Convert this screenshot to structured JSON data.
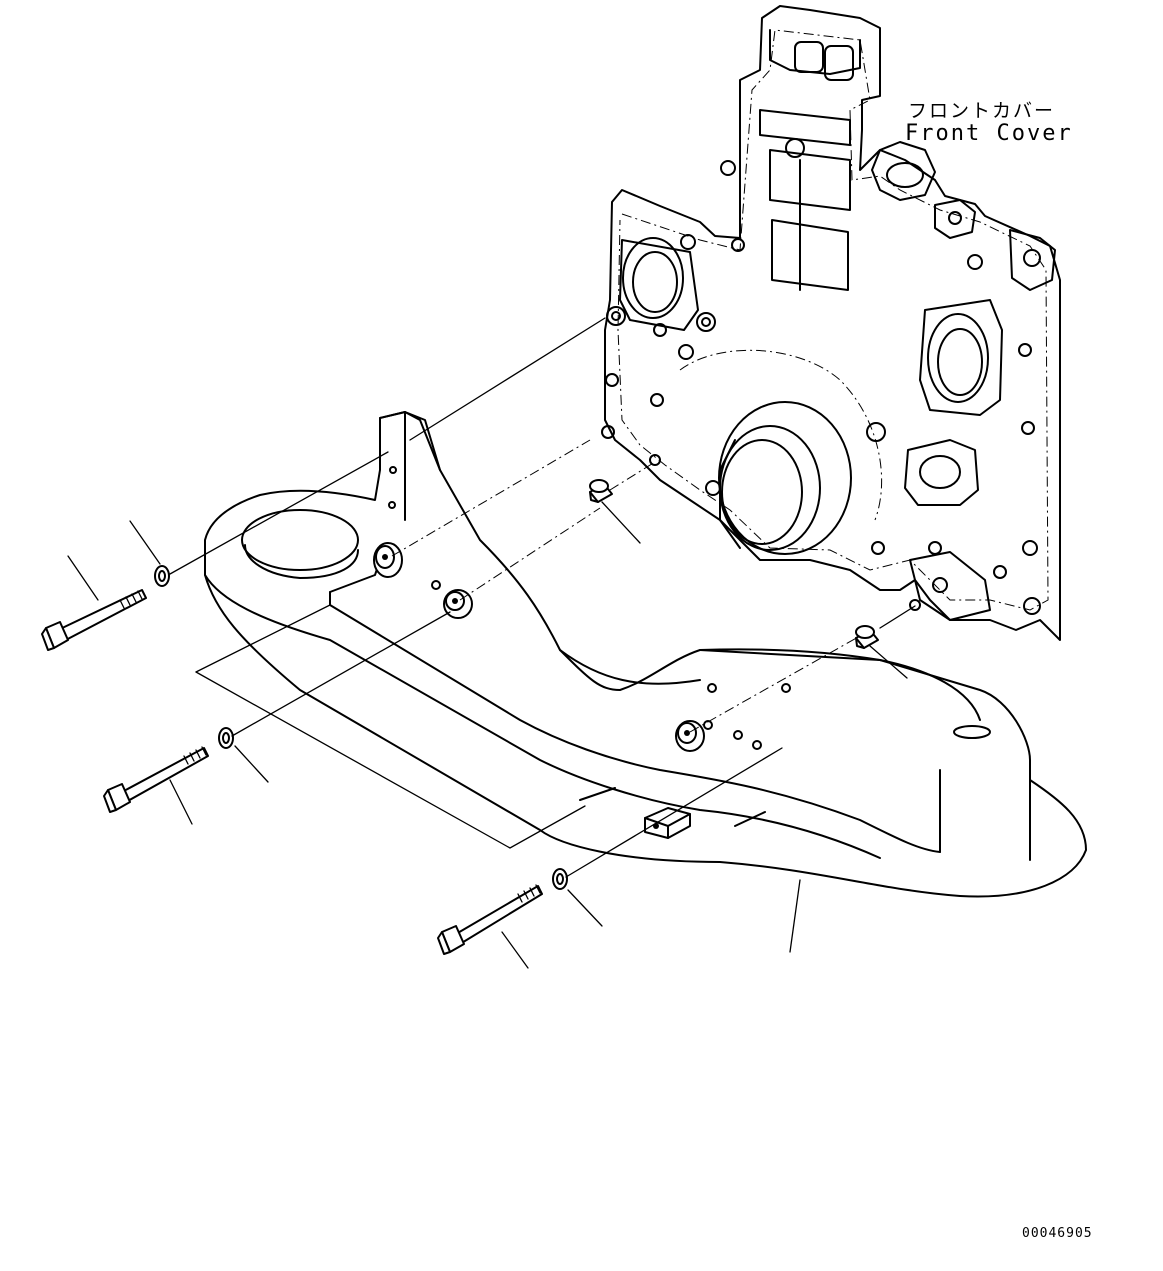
{
  "labels": {
    "part_name_jp": "フロントカバー",
    "part_name_en": "Front Cover"
  },
  "drawing_number": "00046905"
}
